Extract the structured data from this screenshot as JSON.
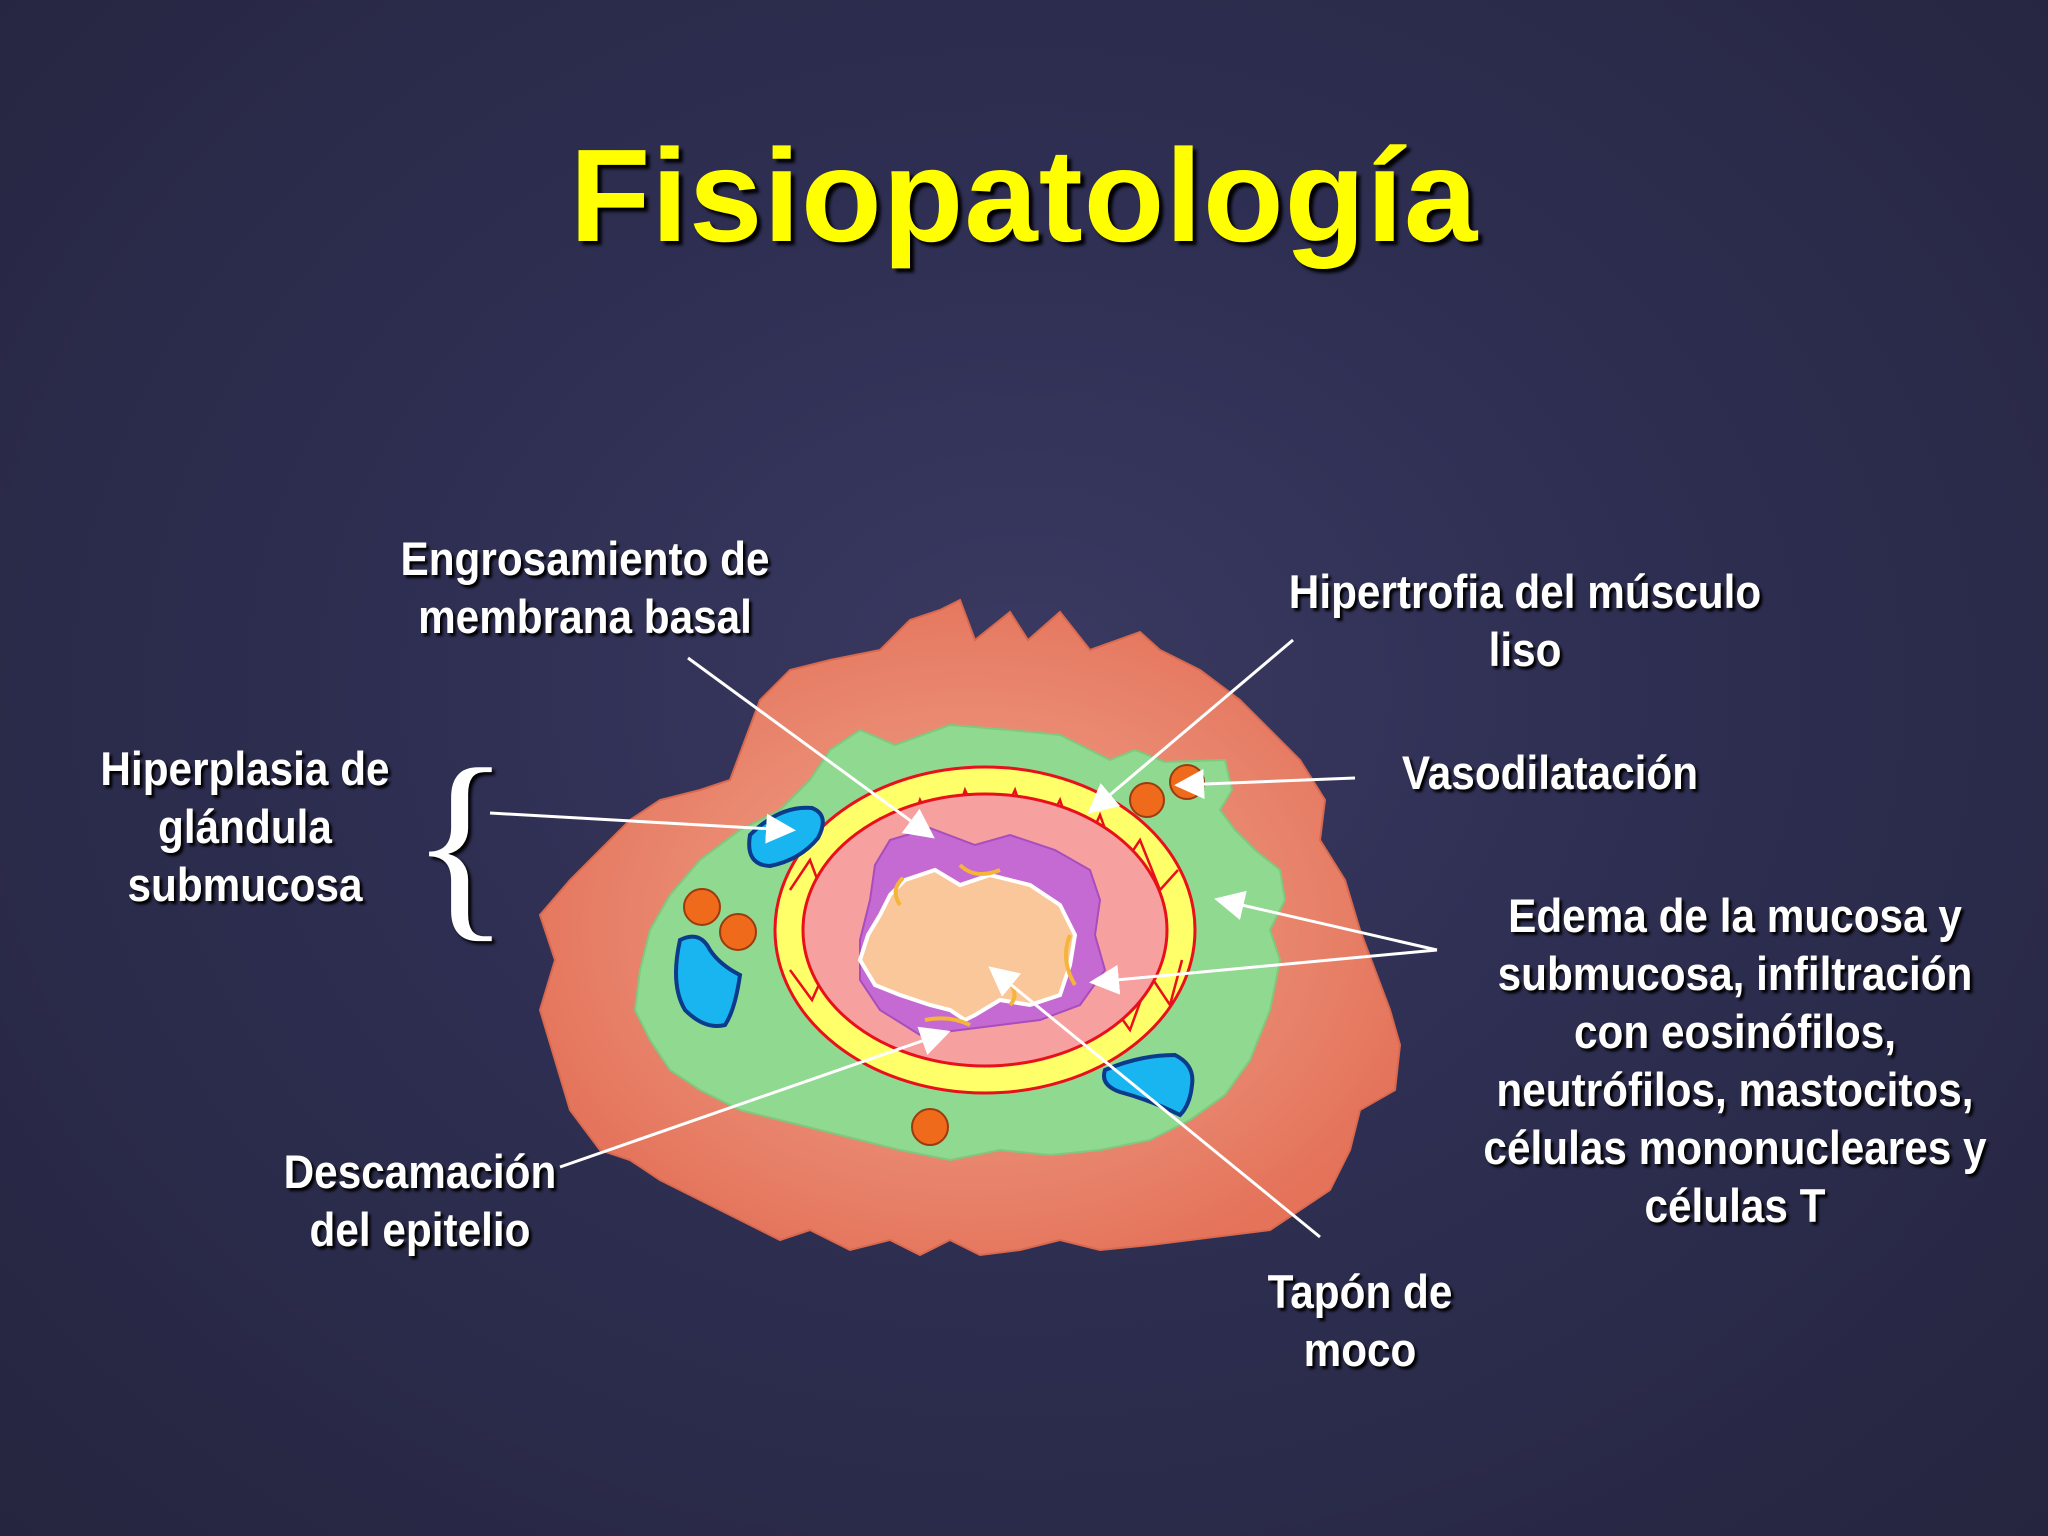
{
  "title": "Fisiopatología",
  "labels": {
    "membrana_basal": [
      "Engrosamiento de",
      "membrana basal"
    ],
    "musculo_liso": [
      "Hipertrofia del músculo",
      "liso"
    ],
    "glandula": [
      "Hiperplasia  de",
      "glándula",
      "submucosa"
    ],
    "vasodilatacion": [
      "Vasodilatación"
    ],
    "edema": [
      "Edema de la mucosa y",
      "submucosa, infiltración",
      "con eosinófilos,",
      "neutrófilos, mastocitos,",
      "células mononucleares y",
      "células T"
    ],
    "descamacion": [
      "Descamación",
      "del epitelio"
    ],
    "tapon": [
      "Tapón de",
      "moco"
    ]
  },
  "brace": "{",
  "colors": {
    "background": "#2e2e52",
    "title": "#ffff00",
    "label": "#ffffff",
    "adventitia": "#e8836b",
    "submucosa": "#8fd98f",
    "smooth_muscle": "#ffff66",
    "mucosa": "#f49a9a",
    "epithelium": "#c06ad0",
    "mucus_plug": "#f9c79a",
    "gland": "#19b5f0",
    "vessel": "#ef6a1a"
  }
}
